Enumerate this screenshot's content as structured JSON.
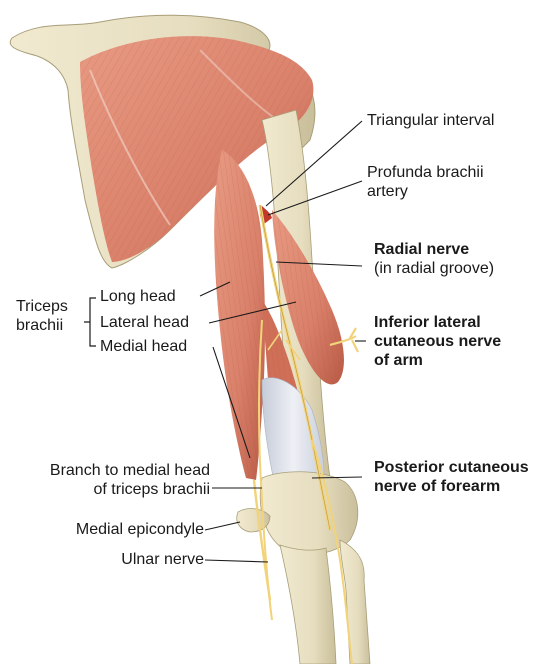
{
  "labels": {
    "triangular_interval": "Triangular interval",
    "profunda_line1": "Profunda brachii",
    "profunda_line2": "artery",
    "radial_nerve": "Radial nerve",
    "radial_groove": "(in radial groove)",
    "triceps_line1": "Triceps",
    "triceps_line2": "brachii",
    "long_head": "Long head",
    "lateral_head": "Lateral head",
    "medial_head": "Medial head",
    "inferior_line1": "Inferior lateral",
    "inferior_line2": "cutaneous nerve",
    "inferior_line3": "of arm",
    "posterior_line1": "Posterior cutaneous",
    "posterior_line2": "nerve of forearm",
    "branch_line1": "Branch to medial head",
    "branch_line2": "of triceps brachii",
    "medial_epicondyle": "Medial epicondyle",
    "ulnar_nerve": "Ulnar nerve"
  },
  "colors": {
    "muscle": "#d9806a",
    "muscle_dark": "#b85a45",
    "bone": "#e6ddbf",
    "bone_shadow": "#bfb48f",
    "tendon": "#dfe3ec",
    "nerve": "#f2d37a",
    "artery": "#c0392b"
  }
}
